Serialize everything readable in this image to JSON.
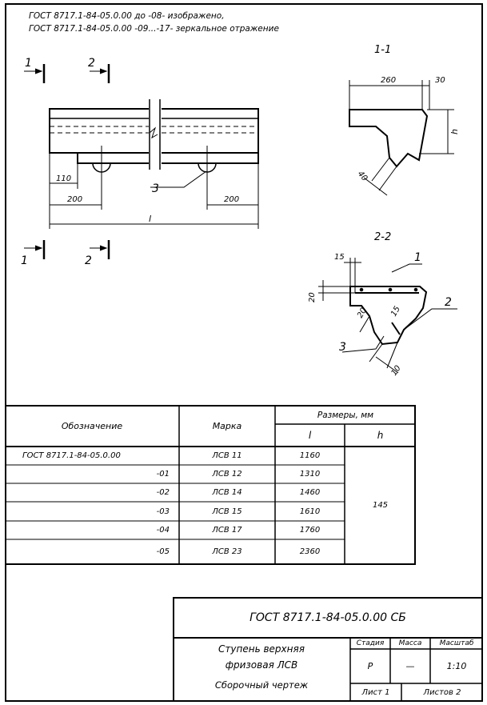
{
  "notes": {
    "line1": "ГОСТ 8717.1-84-05.0.00 до -08- изображено,",
    "line2": "ГОСТ 8717.1-84-05.0.00 -09...-17- зеркальное отражение"
  },
  "main_view": {
    "cut1": "1",
    "cut2": "2",
    "dim_110": "110",
    "dim_200_left": "200",
    "dim_200_right": "200",
    "dim_l": "l",
    "leader_3": "3"
  },
  "section_1": {
    "title": "1-1",
    "dim_260": "260",
    "dim_30": "30",
    "dim_h": "h",
    "dim_40": "40"
  },
  "section_2": {
    "title": "2-2",
    "dim_15_top": "15",
    "dim_20_left": "20",
    "dim_20_mid": "20",
    "dim_15_mid": "15",
    "dim_10": "10",
    "leader_1": "1",
    "leader_2": "2",
    "leader_3": "3"
  },
  "table": {
    "headers": {
      "designation": "Обозначение",
      "mark": "Марка",
      "sizes": "Размеры, мм",
      "l": "l",
      "h": "h"
    },
    "rows": [
      {
        "designation": "ГОСТ 8717.1-84-05.0.00",
        "mark": "ЛСВ 11",
        "l": "1160"
      },
      {
        "designation": "-01",
        "mark": "ЛСВ 12",
        "l": "1310"
      },
      {
        "designation": "-02",
        "mark": "ЛСВ 14",
        "l": "1460"
      },
      {
        "designation": "-03",
        "mark": "ЛСВ 15",
        "l": "1610"
      },
      {
        "designation": "-04",
        "mark": "ЛСВ 17",
        "l": "1760"
      },
      {
        "designation": "-05",
        "mark": "ЛСВ 23",
        "l": "2360"
      }
    ],
    "h_value": "145"
  },
  "title_block": {
    "code": "ГОСТ 8717.1-84-05.0.00 СБ",
    "name_line1": "Ступень верхняя",
    "name_line2": "фризовая ЛСВ",
    "doc_type": "Сборочный чертеж",
    "stage_label": "Стадия",
    "mass_label": "Масса",
    "scale_label": "Масштаб",
    "stage_value": "Р",
    "mass_value": "—",
    "scale_value": "1:10",
    "sheet_label": "Лист 1",
    "sheets_label": "Листов 2"
  }
}
